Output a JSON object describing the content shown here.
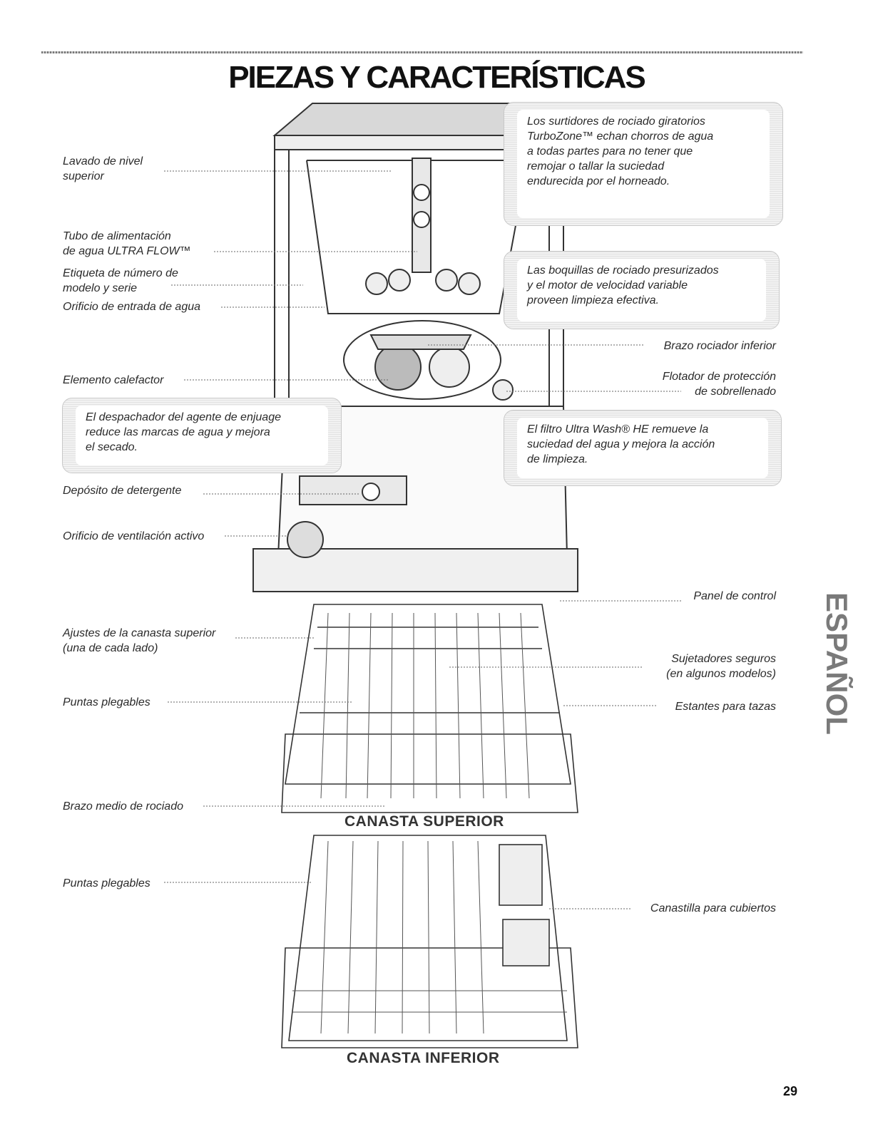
{
  "title": "PIEZAS Y CARACTERÍSTICAS",
  "labels": {
    "lavado": [
      "Lavado de nivel",
      "superior"
    ],
    "tubo": [
      "Tubo de alimentación",
      "de agua ULTRA FLOW™"
    ],
    "etiqueta": [
      "Etiqueta de número de",
      "modelo y serie"
    ],
    "orificio_entrada": "Orificio de entrada de agua",
    "elemento": "Elemento calefactor",
    "deposito": "Depósito de detergente",
    "orificio_ventilacion": "Orificio de ventilación activo",
    "brazo_inferior": "Brazo rociador inferior",
    "flotador": [
      "Flotador de protección",
      "de sobrellenado"
    ],
    "panel": "Panel de control",
    "ajustes": [
      "Ajustes de la canasta superior",
      "(una de cada lado)"
    ],
    "puntas_superior": "Puntas plegables",
    "sujetadores": [
      "Sujetadores seguros",
      "(en algunos modelos)"
    ],
    "estantes": "Estantes para tazas",
    "brazo_medio": "Brazo medio de rociado",
    "puntas_inferior": "Puntas plegables",
    "canastilla": "Canastilla para cubiertos"
  },
  "callouts": {
    "turbozone": [
      "Los surtidores de rociado giratorios",
      "TurboZone™ echan chorros de agua",
      "a todas partes para no tener que",
      "remojar o tallar la suciedad",
      "endurecida por el horneado."
    ],
    "boquillas": [
      "Las boquillas de rociado presurizados",
      "y el motor de velocidad variable",
      "proveen limpieza efectiva."
    ],
    "despachador": [
      "El despachador del agente de enjuage",
      "reduce las marcas de agua y mejora",
      "el secado."
    ],
    "filtro": [
      "El filtro Ultra Wash® HE remueve la",
      "suciedad del agua y mejora la acción",
      "de limpieza."
    ]
  },
  "captions": {
    "superior": "CANASTA SUPERIOR",
    "inferior": "CANASTA INFERIOR"
  },
  "sidebar": "ESPAÑOL",
  "page_number": "29"
}
